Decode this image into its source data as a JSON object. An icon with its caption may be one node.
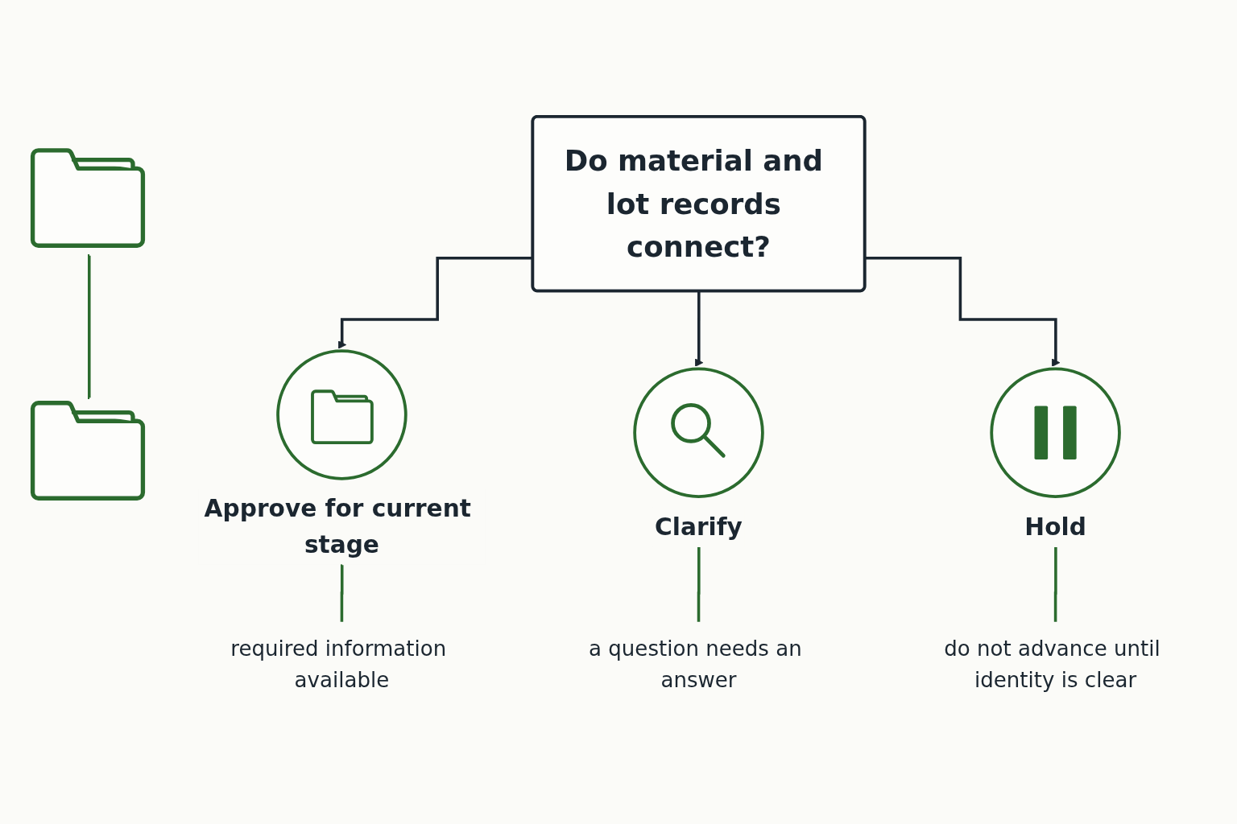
{
  "diagram": {
    "nodes": [
      {
        "text": [],
        "shape": "folder"
      },
      {
        "text": [],
        "shape": "folder"
      },
      {
        "text": [
          "Do material and lot records connect?"
        ]
      },
      {
        "text": [
          "Approve for current stage"
        ]
      },
      {
        "text": [
          "Clarify"
        ]
      },
      {
        "text": [
          "Hold"
        ]
      },
      {
        "text": [
          "required information available"
        ]
      },
      {
        "text": [
          "a question needs an answer"
        ]
      },
      {
        "text": [
          "do not advance until identity is clear"
        ]
      }
    ],
    "edges": [
      {
        "from": 0,
        "to": 1,
        "arrow": "none"
      },
      {
        "from": 2,
        "to": 3,
        "arrow": "to",
        "color": "#1b2630"
      },
      {
        "from": 2,
        "to": 4,
        "arrow": "to",
        "color": "#1b2630"
      },
      {
        "from": 2,
        "to": 5,
        "arrow": "to",
        "color": "#1b2630"
      },
      {
        "from": 3,
        "to": 6,
        "arrow": "none"
      },
      {
        "from": 4,
        "to": 7,
        "arrow": "none"
      },
      {
        "from": 5,
        "to": 8,
        "arrow": "none"
      }
    ]
  }
}
